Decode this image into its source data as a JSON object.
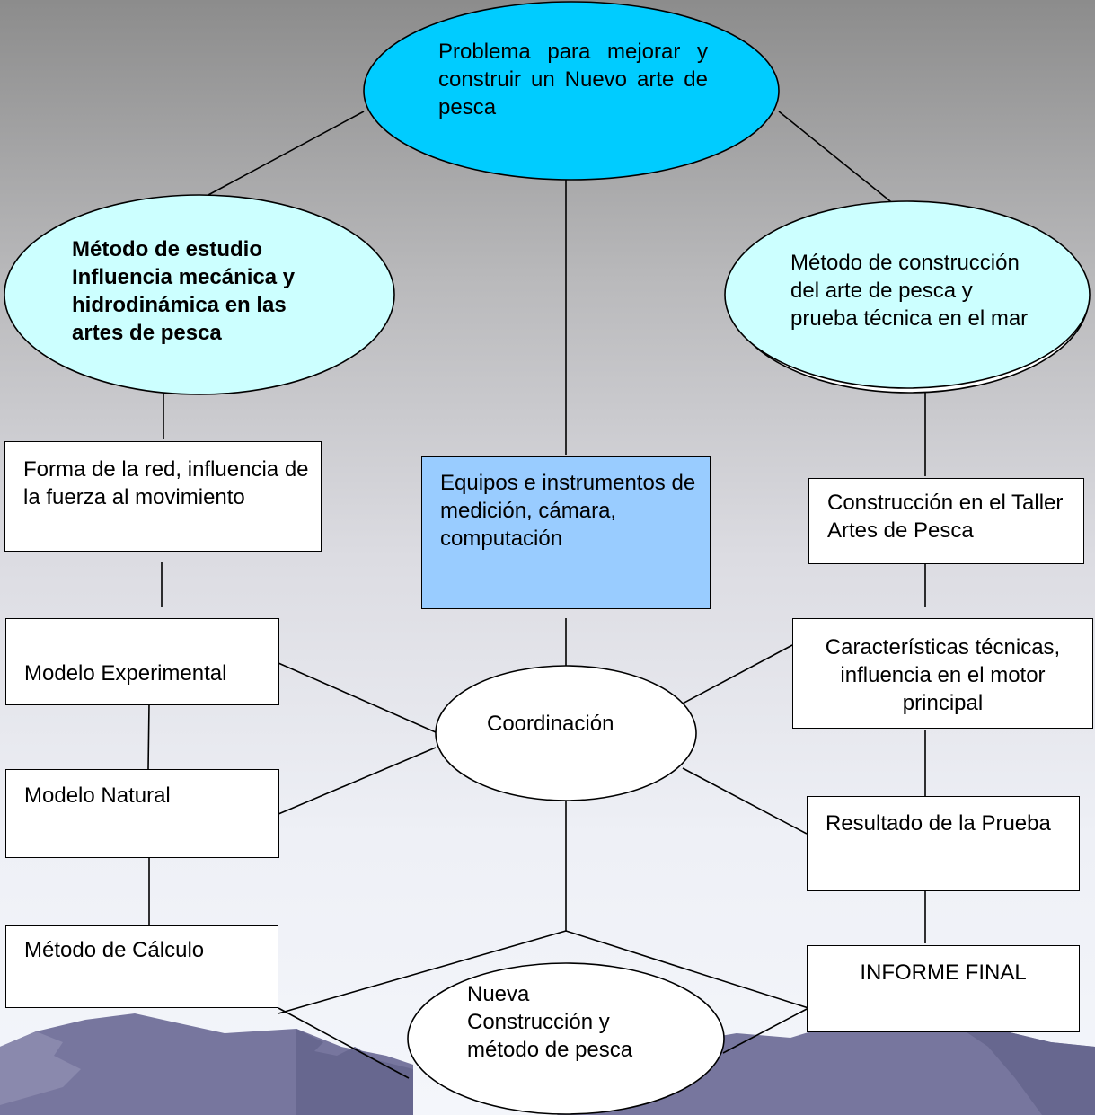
{
  "colors": {
    "top_node": "#00ccff",
    "side_nodes": "#ccffff",
    "equipment_box": "#99ccff",
    "mountains": "#77769e"
  },
  "nodes": {
    "top": "Problema para mejorar y construir un Nuevo arte de pesca",
    "left_method": "Método de estudio Influencia mecánica y hidrodinámica en las artes de pesca",
    "right_method": "Método de construcción del arte de pesca y prueba técnica en el mar",
    "net_shape": "Forma de la red, influencia de la fuerza al movimiento",
    "equipment": "Equipos e instrumentos de medición, cámara, computación",
    "workshop": "Construcción  en el Taller Artes de Pesca",
    "experimental_model": "Modelo Experimental",
    "coordination": "Coordinación",
    "technical_features": "Características técnicas, influencia en el motor principal",
    "natural_model": "Modelo Natural",
    "test_result": "Resultado de la Prueba",
    "calc_method": "Método de Cálculo",
    "final_report": "INFORME FINAL",
    "new_construction": "Nueva Construcción y método de pesca"
  }
}
